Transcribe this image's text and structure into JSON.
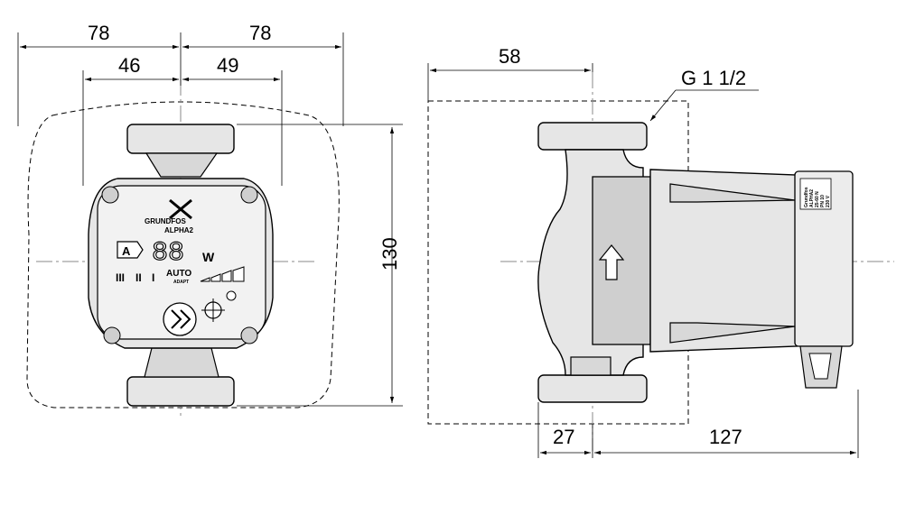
{
  "diagram": {
    "dimensions": {
      "front_left_half": "78",
      "front_right_half": "78",
      "front_inner_left": "46",
      "front_inner_right": "49",
      "front_height": "130",
      "side_top_width": "58",
      "side_bottom_left": "27",
      "side_bottom_right": "127",
      "thread": "G 1 1/2"
    },
    "panel": {
      "brand": "GRUNDFOS",
      "model": "ALPHA2",
      "display_digits": "88",
      "display_unit": "W",
      "mode_badge": "A",
      "speed_labels": [
        "III",
        "II",
        "I"
      ],
      "auto_label": "AUTO",
      "adapt_label": "ADAPT"
    },
    "nameplate_lines": [
      "Grundfos",
      "ALPHA2",
      "25-60 N",
      "PN 10",
      "230 V"
    ]
  }
}
